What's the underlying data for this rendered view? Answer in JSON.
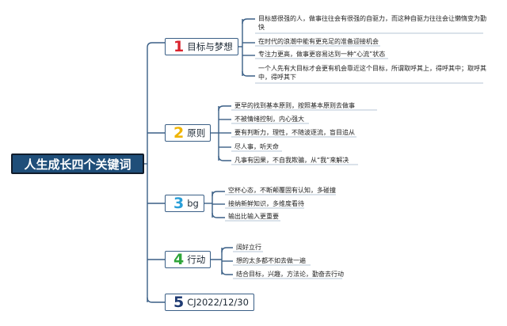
{
  "central_topic": "人生成长四个关键词",
  "branches": [
    {
      "number": "1",
      "number_color": "#d9232d",
      "label": "目标与梦想",
      "items": [
        "目标感很强的人，做事往往会有很强的自驱力，而这种自驱力往往会让懒惰变为勤快",
        "在时代的浪潮中能有更充足的准备迎接机会",
        "专注力更高，做事更容易达到一种“心流”状态",
        "一个人先有大目标才会更有机会靠近这个目标，所谓取呼其上，得呼其中；取呼其中，得呼其下"
      ]
    },
    {
      "number": "2",
      "number_color": "#f0b400",
      "label": "原则",
      "items": [
        "更早的找到基本原则，按照基本原则去做事",
        "不被情绪控制，内心强大",
        "要有判断力，理性，不随波逐流，盲目追从",
        "尽人事，听天命",
        "凡事有因果，不自我欺骗，从“我”来解决"
      ]
    },
    {
      "number": "3",
      "number_color": "#2a9fd8",
      "label": "bg",
      "items": [
        "空杯心态，不断颠覆固有认知，多碰撞",
        "接纳新鲜知识，多维度看待",
        "输出比输入更重要"
      ]
    },
    {
      "number": "4",
      "number_color": "#2fa53a",
      "label": "行动",
      "items": [
        "阔好立行",
        "想的太多都不如去做一遍",
        "结合目标，兴趣，方法论，勤奋去行动"
      ]
    },
    {
      "number": "5",
      "number_color": "#1f3b73",
      "label": "CJ2022/12/30",
      "items": []
    }
  ]
}
